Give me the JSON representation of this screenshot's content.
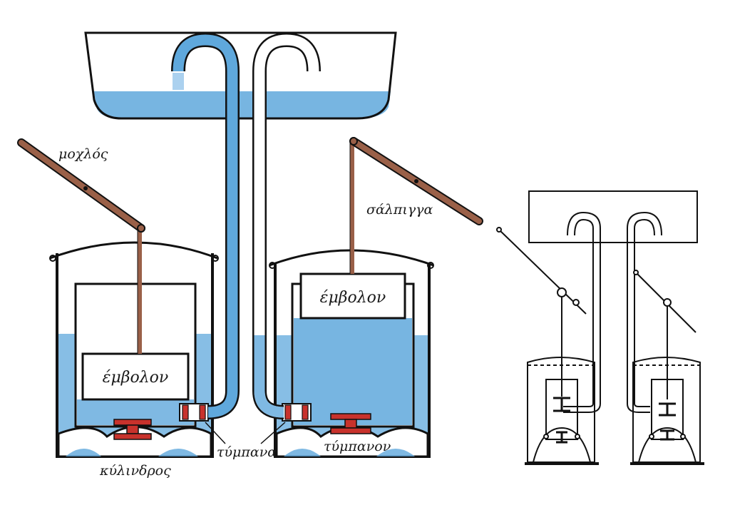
{
  "labels": {
    "lever": "μοχλός",
    "rod": "σάλπιγγα",
    "piston_left": "έμβολον",
    "piston_right": "έμβολον",
    "valves": "τύμπανα",
    "valve": "τύμπανον",
    "cylinder": "κύλινδρος"
  },
  "colors": {
    "water": "#5fa8dc",
    "water_light": "#9cc9ec",
    "outline": "#111111",
    "rod": "#9a6048",
    "valve": "#c8322c"
  }
}
